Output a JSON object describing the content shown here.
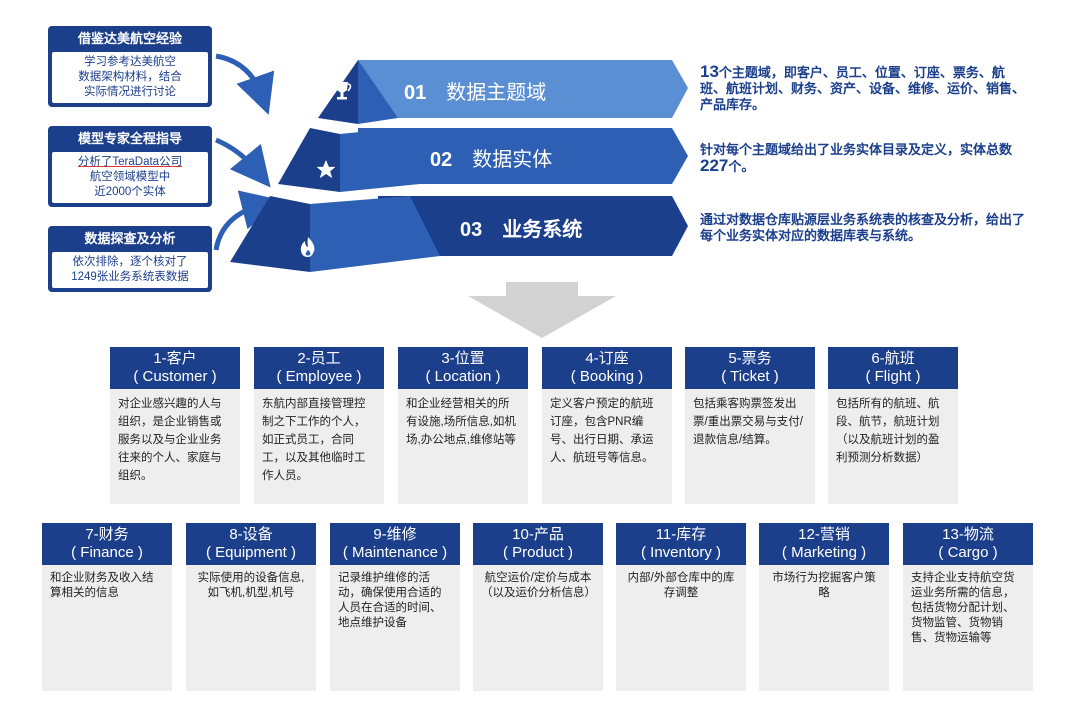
{
  "left_boxes": [
    {
      "title": "借鉴达美航空经验",
      "lines": [
        "学习参考达美航空",
        "数据架构材料，结合",
        "实际情况进行讨论"
      ]
    },
    {
      "title": "模型专家全程指导",
      "lines": [
        "分析了TeraData公司",
        "航空领域模型中",
        "近2000个实体"
      ]
    },
    {
      "title": "数据探查及分析",
      "lines": [
        "依次排除，逐个核对了",
        "1249张业务系统表数据"
      ]
    }
  ],
  "layers": [
    {
      "num": "01",
      "label": "数据主题域"
    },
    {
      "num": "02",
      "label": "数据实体"
    },
    {
      "num": "03",
      "label": "业务系统"
    }
  ],
  "right_texts": [
    {
      "prefix": "13",
      "text": "个主题域，即客户、员工、位置、订座、票务、航班、航班计划、财务、资产、设备、维修、运价、销售、产品库存。"
    },
    {
      "pre": "针对每个主题域给出了业务实体目录及定义，实体总数",
      "num": "227",
      "post": "个。"
    },
    {
      "text": "通过对数据仓库贴源层业务系统表的核查及分析，给出了每个业务实体对应的数据库表与系统。"
    }
  ],
  "domains": [
    {
      "name": "1-客户",
      "en": "( Customer )",
      "desc": "对企业感兴趣的人与组织，是企业销售或服务以及与企业业务往来的个人、家庭与组织。"
    },
    {
      "name": "2-员工",
      "en": "( Employee )",
      "desc": "东航内部直接管理控制之下工作的个人，如正式员工，合同工，以及其他临时工作人员。"
    },
    {
      "name": "3-位置",
      "en": "( Location )",
      "desc": "和企业经营相关的所有设施,场所信息,如机场,办公地点,维修站等"
    },
    {
      "name": "4-订座",
      "en": "( Booking )",
      "desc": "定义客户预定的航班订座，包含PNR编号、出行日期、承运人、航班号等信息。"
    },
    {
      "name": "5-票务",
      "en": "( Ticket )",
      "desc": "包括乘客购票签发出票/重出票交易与支付/退款信息/结算。"
    },
    {
      "name": "6-航班",
      "en": "( Flight )",
      "desc": "包括所有的航班、航段、航节，航班计划（以及航班计划的盈利预测分析数据）"
    },
    {
      "name": "7-财务",
      "en": "( Finance )",
      "desc": "和企业财务及收入结算相关的信息"
    },
    {
      "name": "8-设备",
      "en": "( Equipment )",
      "desc": "实际使用的设备信息,如飞机,机型,机号"
    },
    {
      "name": "9-维修",
      "en": "( Maintenance )",
      "desc": "记录维护维修的活动，确保使用合适的人员在合适的时间、地点维护设备"
    },
    {
      "name": "10-产品",
      "en": "( Product )",
      "desc": "航空运价/定价与成本（以及运价分析信息）"
    },
    {
      "name": "11-库存",
      "en": "( Inventory )",
      "desc": "内部/外部仓库中的库存调整"
    },
    {
      "name": "12-营销",
      "en": "( Marketing )",
      "desc": "市场行为挖掘客户策略"
    },
    {
      "name": "13-物流",
      "en": "( Cargo )",
      "desc": "支持企业支持航空货运业务所需的信息，包括货物分配计划、货物监管、货物销售、货物运输等"
    }
  ],
  "icons": {
    "layer1": "trophy-icon",
    "layer2": "star-icon",
    "layer3": "flame-icon"
  },
  "colors": {
    "dark_blue": "#1c3f8c",
    "mid_blue": "#2d5fb4",
    "light_blue": "#5b8fd4",
    "card_bg": "#eeeeee"
  }
}
